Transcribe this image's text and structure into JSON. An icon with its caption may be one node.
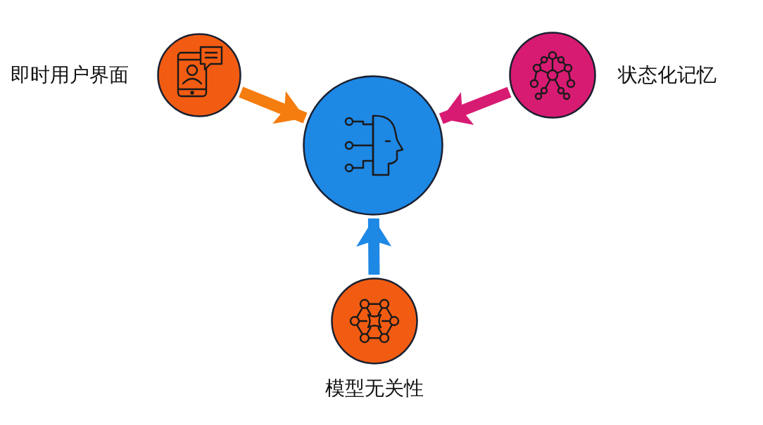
{
  "diagram": {
    "nodes": [
      {
        "text": [
          "即时用户界面"
        ]
      },
      {
        "text": [],
        "shape": "circle"
      },
      {
        "text": [
          "状态化记忆"
        ]
      },
      {
        "text": [
          "模型无关性"
        ]
      }
    ],
    "edges": [
      {
        "from": 0,
        "to": 1,
        "arrow": "to",
        "color": "#f57c0e"
      },
      {
        "from": 2,
        "to": 1,
        "arrow": "to",
        "color": "#d81b72"
      },
      {
        "from": 3,
        "to": 1,
        "arrow": "to",
        "color": "#1e88e5"
      }
    ]
  }
}
